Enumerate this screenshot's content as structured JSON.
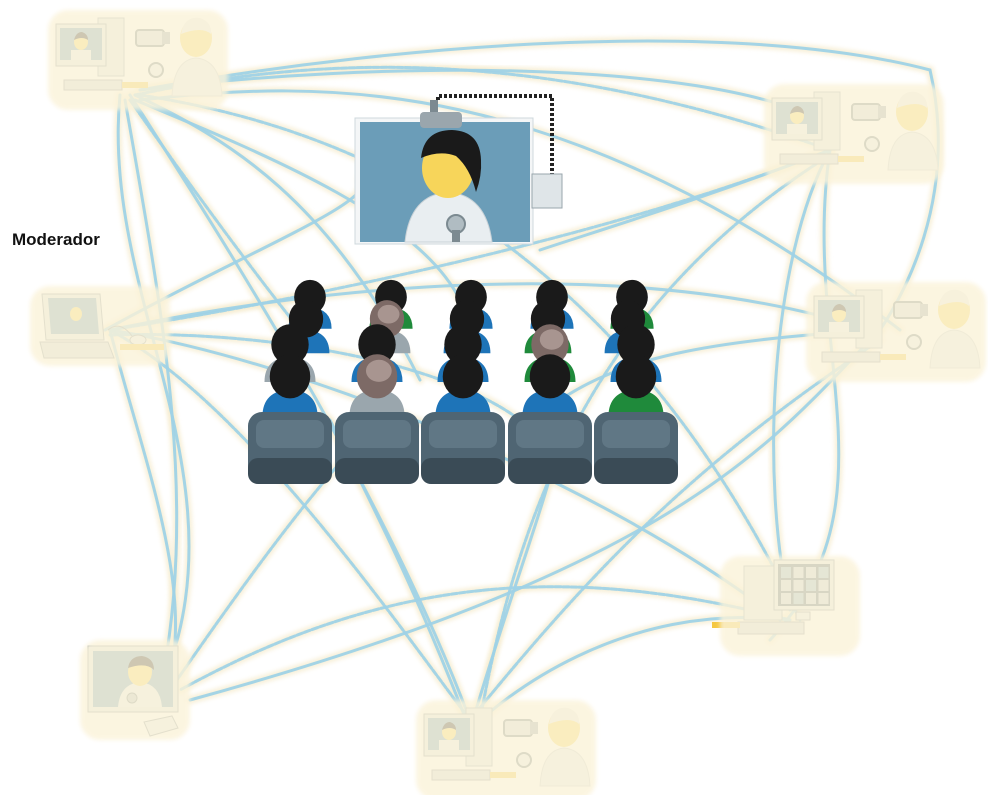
{
  "moderator_label": "Moderador",
  "colors": {
    "link": "#9fd2e6",
    "link_glow": "#f6eccf",
    "monitor": "#6b9db8",
    "face": "#f7d55a",
    "hair": "#1a1a1a",
    "seat": "#4f6573",
    "seat_dark": "#3a4b56",
    "shirt_blue": "#1e74b8",
    "shirt_green": "#1f8a3b",
    "shirt_gray": "#9aa6ad",
    "yellow_accent": "#f5c842"
  },
  "nodes": [
    {
      "id": "workstation-top-left",
      "type": "camera-workstation"
    },
    {
      "id": "workstation-top-right",
      "type": "camera-workstation"
    },
    {
      "id": "moderator-laptop",
      "type": "laptop"
    },
    {
      "id": "workstation-right",
      "type": "camera-workstation"
    },
    {
      "id": "workstation-lower-right",
      "type": "gallery-workstation"
    },
    {
      "id": "monitor-bottom-left",
      "type": "webcam-monitor"
    },
    {
      "id": "workstation-bottom-center",
      "type": "camera-workstation"
    },
    {
      "id": "presenter-screen",
      "type": "projection"
    },
    {
      "id": "audience",
      "type": "audience"
    }
  ]
}
